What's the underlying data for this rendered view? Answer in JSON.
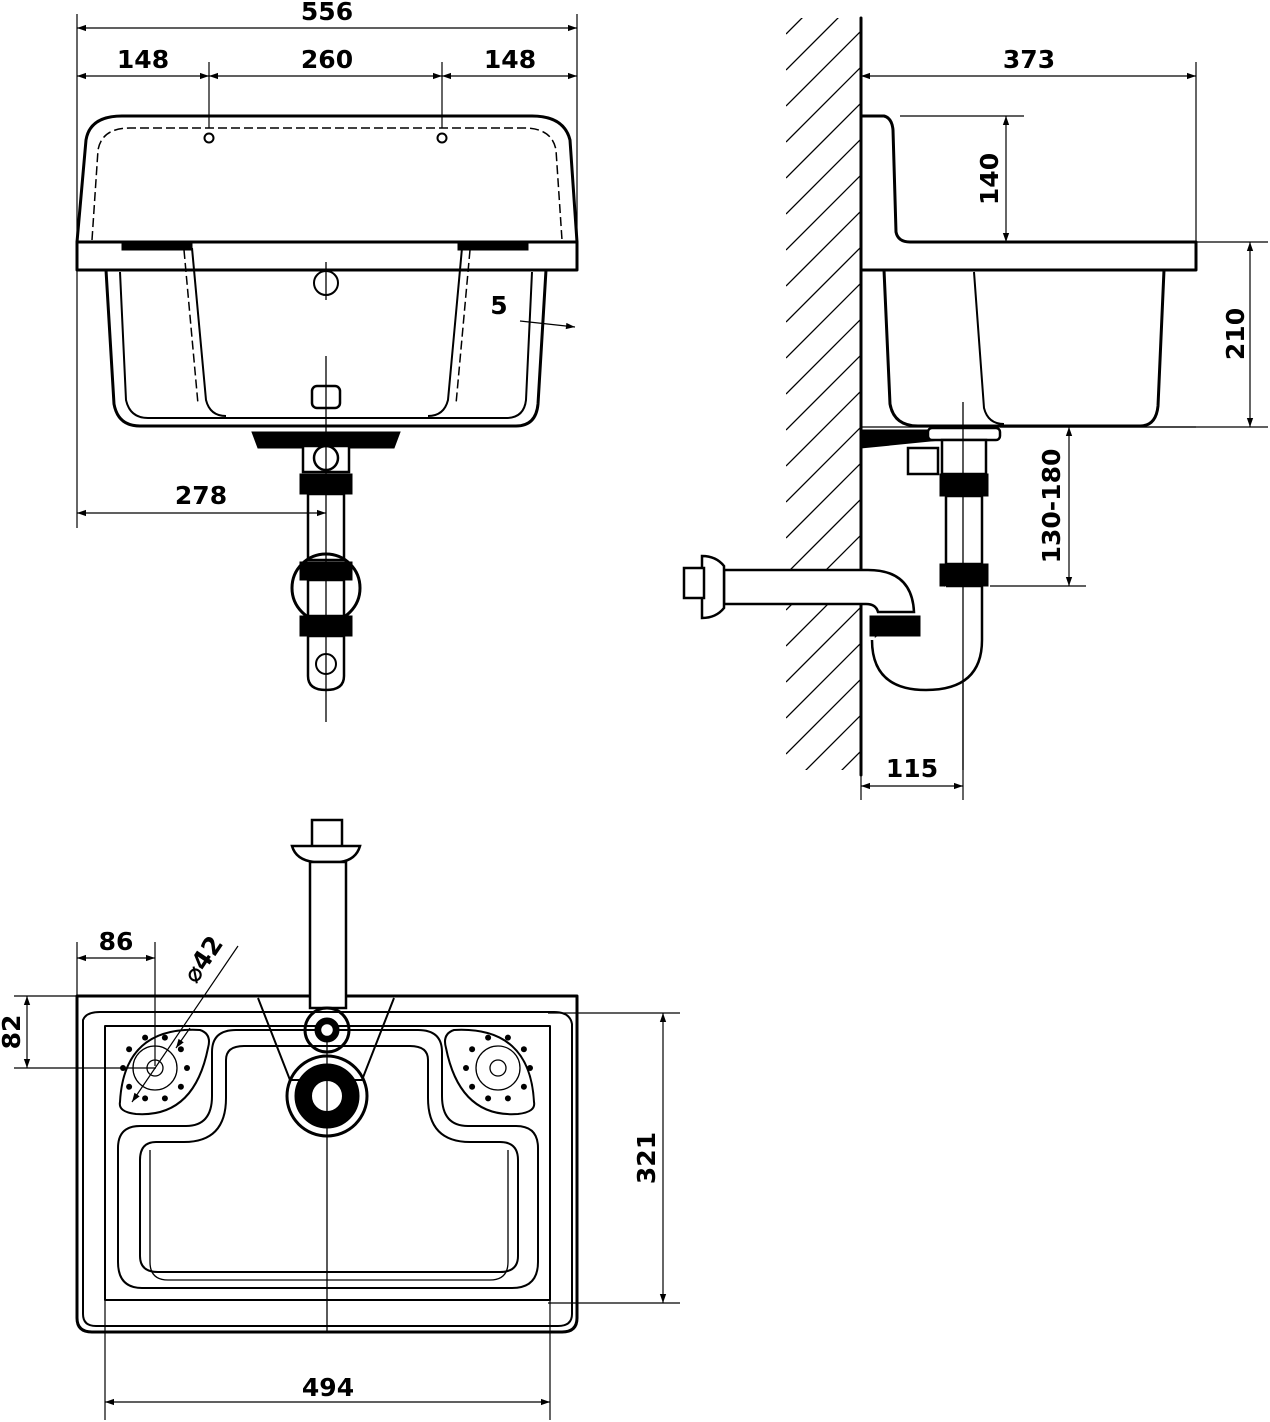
{
  "views": {
    "top": {
      "overall_width": "556",
      "hole_offset_left": "148",
      "hole_spacing": "260",
      "hole_offset_right": "148",
      "wall_thickness": "5",
      "waste_offset": "278"
    },
    "side": {
      "depth": "373",
      "back_height": "140",
      "bowl_height": "210",
      "trap_height": "130-180",
      "trap_projection": "115"
    },
    "plan": {
      "soap_dish_offset": "86",
      "soap_dish_diameter": "⌀42",
      "soap_dish_depth": "82",
      "inner_depth": "321",
      "inner_width": "494"
    }
  }
}
